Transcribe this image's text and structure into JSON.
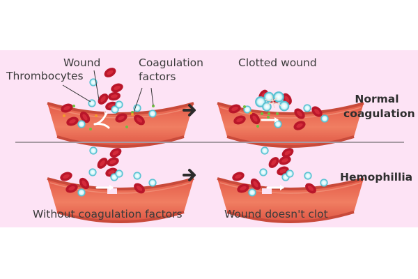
{
  "diagram": {
    "rows": [
      {
        "name": "normal-coagulation",
        "row_label_line1": "Normal",
        "row_label_line2": "coagulation",
        "before": {
          "callouts": {
            "wound": "Wound",
            "thrombocytes": "Thrombocytes",
            "coagulation_factors_line1": "Coagulation",
            "coagulation_factors_line2": "factors"
          }
        },
        "after": {
          "caption": "Clotted wound"
        }
      },
      {
        "name": "hemophilia",
        "row_label": "Hemophillia",
        "before": {
          "caption": "Without coagulation factors"
        },
        "after": {
          "caption": "Wound doesn't clot"
        }
      }
    ],
    "arrow_icon": "right-arrow-icon",
    "colors": {
      "background": "#fde3f5",
      "vessel": "#e8604d",
      "vessel_inner": "#ef7a5f",
      "vessel_edge": "#c84a3a",
      "red_blood_cell": "#c0182a",
      "thrombocyte": "#c9f3f7",
      "thrombocyte_ring": "#5cc6d6",
      "factor_green": "#6fbe3f",
      "factor_orange": "#f39a2b"
    }
  }
}
